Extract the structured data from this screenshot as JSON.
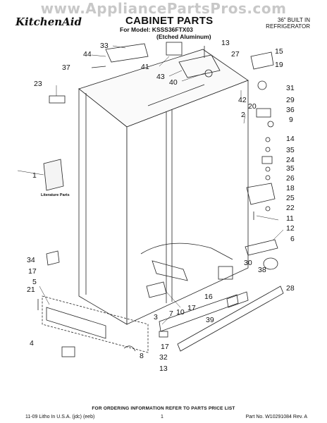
{
  "watermark": "www.AppliancePartsPros.com",
  "header": {
    "brand_logo_text": "KitchenAid",
    "title": "CABINET PARTS",
    "model_line": "For Model: KSSS36FTX03",
    "variant_line": "(Etched Aluminum)",
    "product_type_line1": "36\" BUILT IN",
    "product_type_line2": "REFRIGERATOR"
  },
  "diagram": {
    "literature_label": "Literature Parts",
    "callouts": [
      {
        "id": "c33",
        "label": "33"
      },
      {
        "id": "c44",
        "label": "44"
      },
      {
        "id": "c37",
        "label": "37"
      },
      {
        "id": "c41",
        "label": "41"
      },
      {
        "id": "c43",
        "label": "43"
      },
      {
        "id": "c40",
        "label": "40"
      },
      {
        "id": "c13a",
        "label": "13"
      },
      {
        "id": "c27",
        "label": "27"
      },
      {
        "id": "c15",
        "label": "15"
      },
      {
        "id": "c19",
        "label": "19"
      },
      {
        "id": "c23",
        "label": "23"
      },
      {
        "id": "c42",
        "label": "42"
      },
      {
        "id": "c20",
        "label": "20"
      },
      {
        "id": "c31",
        "label": "31"
      },
      {
        "id": "c29",
        "label": "29"
      },
      {
        "id": "c2",
        "label": "2"
      },
      {
        "id": "c36",
        "label": "36"
      },
      {
        "id": "c9",
        "label": "9"
      },
      {
        "id": "c14",
        "label": "14"
      },
      {
        "id": "c35a",
        "label": "35"
      },
      {
        "id": "c24",
        "label": "24"
      },
      {
        "id": "c35b",
        "label": "35"
      },
      {
        "id": "c26",
        "label": "26"
      },
      {
        "id": "c18",
        "label": "18"
      },
      {
        "id": "c25",
        "label": "25"
      },
      {
        "id": "c22",
        "label": "22"
      },
      {
        "id": "c1",
        "label": "1"
      },
      {
        "id": "c11",
        "label": "11"
      },
      {
        "id": "c12",
        "label": "12"
      },
      {
        "id": "c6",
        "label": "6"
      },
      {
        "id": "c34",
        "label": "34"
      },
      {
        "id": "c17a",
        "label": "17"
      },
      {
        "id": "c30",
        "label": "30"
      },
      {
        "id": "c38",
        "label": "38"
      },
      {
        "id": "c21",
        "label": "21"
      },
      {
        "id": "c5",
        "label": "5"
      },
      {
        "id": "c28",
        "label": "28"
      },
      {
        "id": "c16",
        "label": "16"
      },
      {
        "id": "c17b",
        "label": "17"
      },
      {
        "id": "c10",
        "label": "10"
      },
      {
        "id": "c3",
        "label": "3"
      },
      {
        "id": "c7",
        "label": "7"
      },
      {
        "id": "c39",
        "label": "39"
      },
      {
        "id": "c4",
        "label": "4"
      },
      {
        "id": "c17c",
        "label": "17"
      },
      {
        "id": "c8",
        "label": "8"
      },
      {
        "id": "c32",
        "label": "32"
      },
      {
        "id": "c13b",
        "label": "13"
      }
    ]
  },
  "footer": {
    "order_note": "FOR ORDERING INFORMATION REFER TO PARTS PRICE LIST",
    "litho": "11-09 Litho In U.S.A. (jdc) (eeb)",
    "page_number": "1",
    "part_number": "Part No. W10291084 Rev. A"
  }
}
